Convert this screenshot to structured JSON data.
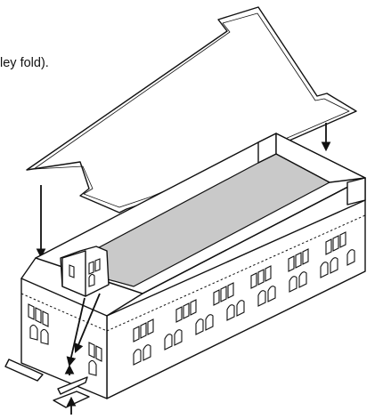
{
  "diagram": {
    "caption_fragment": "ley fold).",
    "parts": {
      "roof": "roof-panel",
      "building": "building-model",
      "tower": "corner-tower-piece",
      "tabs": "fold-tab-pieces"
    }
  }
}
